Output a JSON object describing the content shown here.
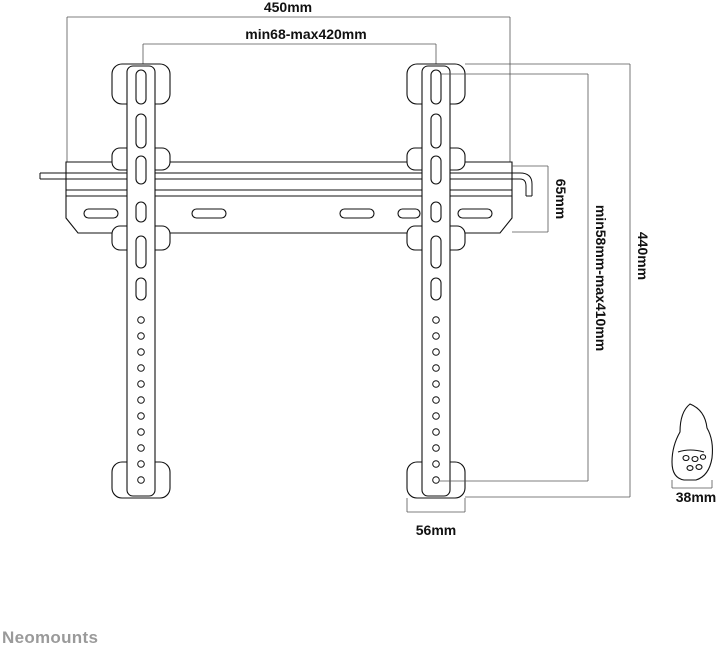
{
  "dimensions": {
    "overall_width": "450mm",
    "hole_span_horizontal": "min68-max420mm",
    "rail_height": "65mm",
    "hole_span_vertical": "min58mm-max410mm",
    "overall_height": "440mm",
    "arm_width": "56mm",
    "depth": "38mm"
  },
  "brand": "Neomounts",
  "colors": {
    "line": "#111111",
    "dim_line": "#555555",
    "brand": "#9a9a9a"
  }
}
